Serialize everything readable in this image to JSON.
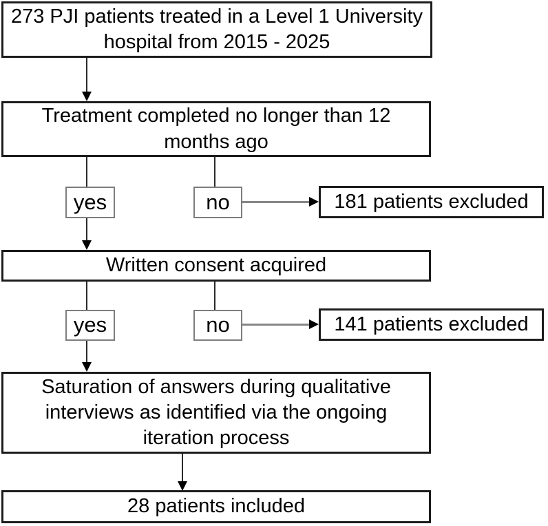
{
  "flowchart": {
    "nodes": {
      "cohort": "273 PJI patients treated in a Level 1 University\nhospital from 2015 - 2025",
      "criterion_treatment": "Treatment completed no longer than 12\nmonths ago",
      "treatment_yes": "yes",
      "treatment_no": "no",
      "excluded_treatment": "181 patients excluded",
      "criterion_consent": "Written consent acquired",
      "consent_yes": "yes",
      "consent_no": "no",
      "excluded_consent": "141 patients excluded",
      "criterion_saturation": "Saturation of answers during qualitative\ninterviews as identified via the ongoing\niteration process",
      "included": "28 patients included"
    },
    "counts": {
      "initial_patients": 273,
      "excluded_after_treatment_criterion": 181,
      "excluded_after_consent_criterion": 141,
      "included_patients": 28
    },
    "colors": {
      "background": "#ffffff",
      "box_border": "#1c1c1c",
      "decision_border": "#7d7d7d",
      "connector_black": "#2a2a2a",
      "connector_gray": "#868686",
      "text": "#000000"
    }
  }
}
